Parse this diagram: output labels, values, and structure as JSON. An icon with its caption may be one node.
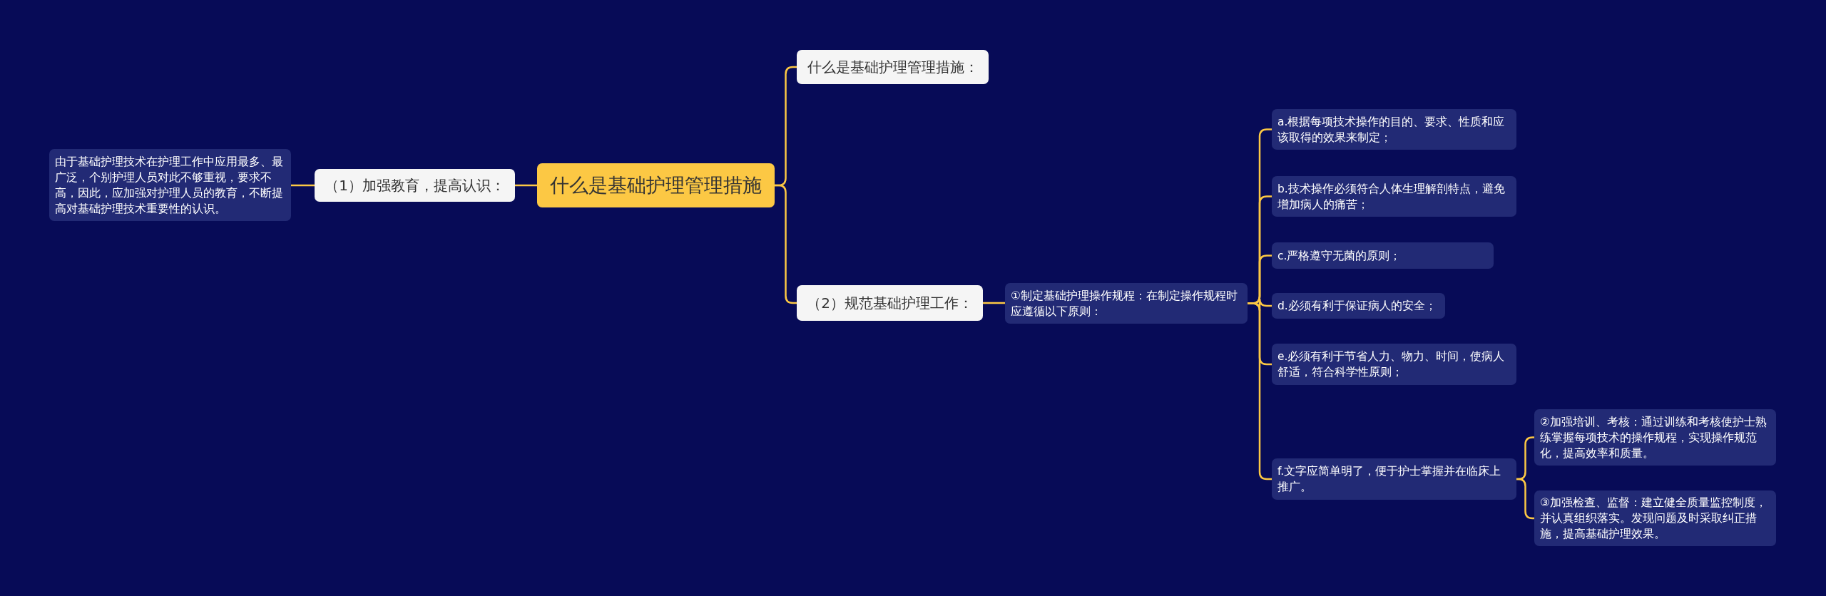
{
  "diagram": {
    "nodes": [
      {
        "text": [
          "什么是基础护理管理措施"
        ]
      },
      {
        "text": [
          "（1）加强教育，提高认识："
        ]
      },
      {
        "text": [
          "由于基础护理技术在护理工作中应用最多、最广泛，个别护理人员对此不够重视，要求不高，因此，应加强对护理人员的教育，不断提高对基础护理技术重要性的认识。"
        ]
      },
      {
        "text": [
          "什么是基础护理管理措施："
        ]
      },
      {
        "text": [
          "（2）规范基础护理工作："
        ]
      },
      {
        "text": [
          "①制定基础护理操作规程：在制定操作规程时应遵循以下原则："
        ]
      },
      {
        "text": [
          "a.根据每项技术操作的目的、要求、性质和应该取得的效果来制定；"
        ]
      },
      {
        "text": [
          "b.技术操作必须符合人体生理解剖特点，避免增加病人的痛苦；"
        ]
      },
      {
        "text": [
          "c.严格遵守无菌的原则；"
        ]
      },
      {
        "text": [
          "d.必须有利于保证病人的安全；"
        ]
      },
      {
        "text": [
          "e.必须有利于节省人力、物力、时间，使病人舒适，符合科学性原则；"
        ]
      },
      {
        "text": [
          "f.文字应简单明了，便于护士掌握并在临床上推广。"
        ]
      },
      {
        "text": [
          "②加强培训、考核：通过训练和考核使护士熟练掌握每项技术的操作规程，实现操作规范化，提高效率和质量。"
        ]
      },
      {
        "text": [
          "③加强检查、监督：建立健全质量监控制度，并认真组织落实。发现问题及时采取纠正措施，提高基础护理效果。"
        ]
      }
    ],
    "edges": [
      {
        "from": 0,
        "to": 1,
        "arrow": "none"
      },
      {
        "from": 1,
        "to": 2,
        "arrow": "none"
      },
      {
        "from": 0,
        "to": 3,
        "arrow": "none"
      },
      {
        "from": 0,
        "to": 4,
        "arrow": "none"
      },
      {
        "from": 4,
        "to": 5,
        "arrow": "none"
      },
      {
        "from": 5,
        "to": 6,
        "arrow": "none"
      },
      {
        "from": 5,
        "to": 7,
        "arrow": "none"
      },
      {
        "from": 5,
        "to": 8,
        "arrow": "none"
      },
      {
        "from": 5,
        "to": 9,
        "arrow": "none"
      },
      {
        "from": 5,
        "to": 10,
        "arrow": "none"
      },
      {
        "from": 5,
        "to": 11,
        "arrow": "none"
      },
      {
        "from": 11,
        "to": 12,
        "arrow": "none"
      },
      {
        "from": 11,
        "to": 13,
        "arrow": "none"
      }
    ]
  }
}
